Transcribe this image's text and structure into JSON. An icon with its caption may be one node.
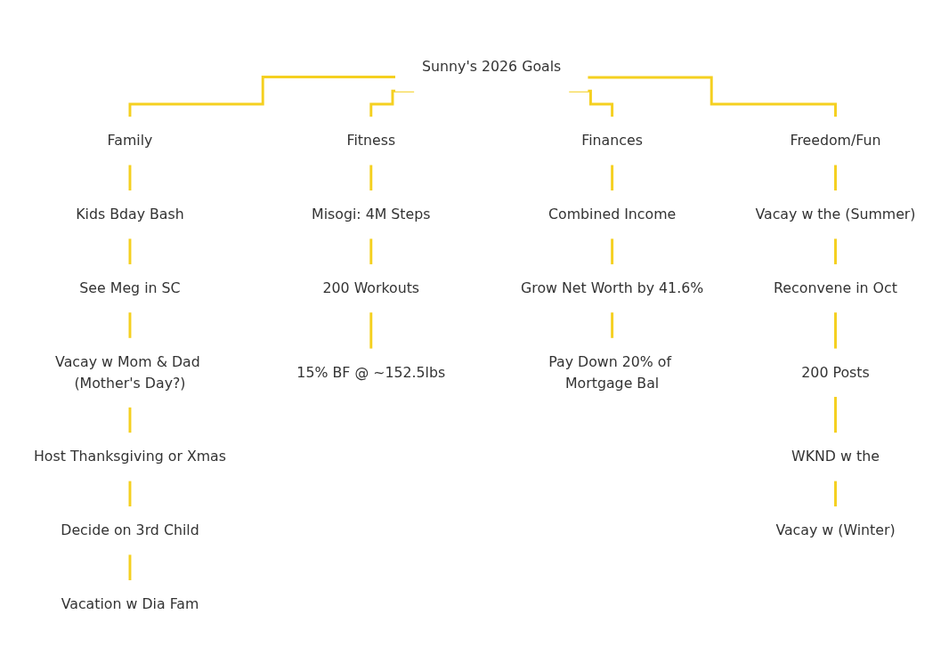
{
  "diagram": {
    "nodes": [
      {
        "text": [
          "Sunny's 2026 Goals"
        ]
      },
      {
        "text": [
          "Family"
        ]
      },
      {
        "text": [
          "Fitness"
        ]
      },
      {
        "text": [
          "Finances"
        ]
      },
      {
        "text": [
          "Freedom/Fun"
        ]
      },
      {
        "text": [
          "Kids Bday Bash"
        ]
      },
      {
        "text": [
          "See Meg in SC"
        ]
      },
      {
        "text": [
          "Vacay w Mom & Dad (Mother's Day?)"
        ]
      },
      {
        "text": [
          "Host Thanksgiving or Xmas"
        ]
      },
      {
        "text": [
          "Decide on 3rd Child"
        ]
      },
      {
        "text": [
          "Vacation w Dia Fam"
        ]
      },
      {
        "text": [
          "Misogi: 4M Steps"
        ]
      },
      {
        "text": [
          "200 Workouts"
        ]
      },
      {
        "text": [
          "15% BF @ ~152.5lbs"
        ]
      },
      {
        "text": [
          "Combined Income"
        ]
      },
      {
        "text": [
          "Grow Net Worth by 41.6%"
        ]
      },
      {
        "text": [
          "Pay Down 20% of Mortgage Bal"
        ]
      },
      {
        "text": [
          "Vacay w the (Summer)"
        ]
      },
      {
        "text": [
          "Reconvene in Oct"
        ]
      },
      {
        "text": [
          "200 Posts"
        ]
      },
      {
        "text": [
          "WKND w the"
        ]
      },
      {
        "text": [
          "Vacay w (Winter)"
        ]
      }
    ],
    "edges": [
      {
        "from": 0,
        "to": 1,
        "arrow": "none"
      },
      {
        "from": 0,
        "to": 2,
        "arrow": "none"
      },
      {
        "from": 0,
        "to": 3,
        "arrow": "none"
      },
      {
        "from": 0,
        "to": 4,
        "arrow": "none"
      },
      {
        "from": 1,
        "to": 5,
        "arrow": "none"
      },
      {
        "from": 5,
        "to": 6,
        "arrow": "none"
      },
      {
        "from": 6,
        "to": 7,
        "arrow": "none"
      },
      {
        "from": 7,
        "to": 8,
        "arrow": "none"
      },
      {
        "from": 8,
        "to": 9,
        "arrow": "none"
      },
      {
        "from": 9,
        "to": 10,
        "arrow": "none"
      },
      {
        "from": 2,
        "to": 11,
        "arrow": "none"
      },
      {
        "from": 11,
        "to": 12,
        "arrow": "none"
      },
      {
        "from": 12,
        "to": 13,
        "arrow": "none"
      },
      {
        "from": 3,
        "to": 14,
        "arrow": "none"
      },
      {
        "from": 14,
        "to": 15,
        "arrow": "none"
      },
      {
        "from": 15,
        "to": 16,
        "arrow": "none"
      },
      {
        "from": 4,
        "to": 17,
        "arrow": "none"
      },
      {
        "from": 17,
        "to": 18,
        "arrow": "none"
      },
      {
        "from": 18,
        "to": 19,
        "arrow": "none"
      },
      {
        "from": 19,
        "to": 20,
        "arrow": "none"
      },
      {
        "from": 20,
        "to": 21,
        "arrow": "none"
      }
    ]
  }
}
